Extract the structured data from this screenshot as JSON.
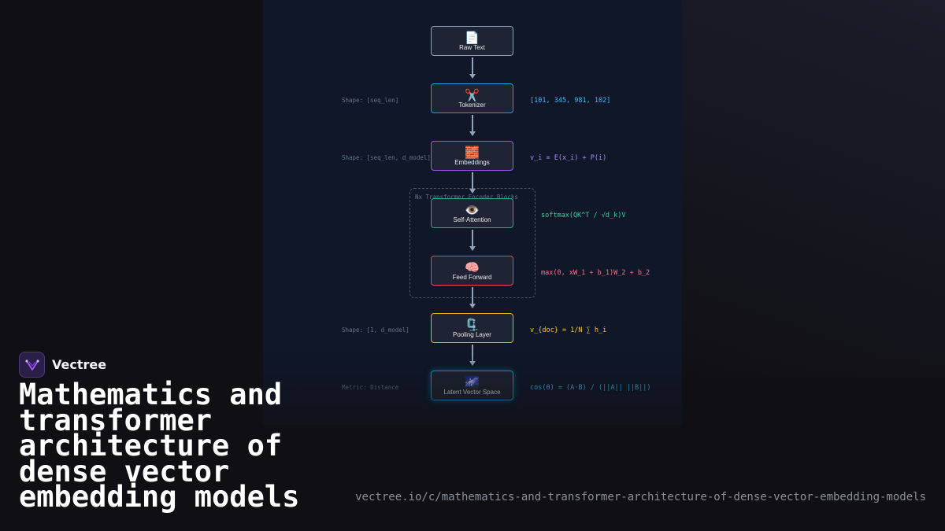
{
  "brand": {
    "name": "Vectree"
  },
  "title": "Mathematics and transformer architecture of dense vector embedding models",
  "url": "vectree.io/c/mathematics-and-transformer-architecture-of-dense-vector-embedding-models",
  "diagram": {
    "group_label": "Nx Transformer Encoder Blocks",
    "nodes": [
      {
        "label": "Raw Text",
        "icon": "📄",
        "icon_name": "document-icon",
        "color": "#94a3b8",
        "shape": "",
        "formula": ""
      },
      {
        "label": "Tokenizer",
        "icon": "✂️",
        "icon_name": "scissors-icon",
        "color": "#0ea5e9",
        "shape": "Shape: [seq_len]",
        "formula": "[101, 345, 981, 102]",
        "formula_color": "#38bdf8"
      },
      {
        "label": "Embeddings",
        "icon": "🧱",
        "icon_name": "bricks-icon",
        "color": "#a855f7",
        "shape": "Shape: [seq_len, d_model]",
        "formula": "v_i = E(x_i) + P(i)",
        "formula_color": "#a78bfa"
      },
      {
        "label": "Self-Attention",
        "icon": "👁️",
        "icon_name": "eye-icon",
        "color": "#10b981",
        "shape": "",
        "formula": "softmax(QK^T / √d_k)V",
        "formula_color": "#34d399"
      },
      {
        "label": "Feed Forward",
        "icon": "🧠",
        "icon_name": "brain-icon",
        "color": "#f43f5e",
        "shape": "",
        "formula": "max(0, xW_1 + b_1)W_2 + b_2",
        "formula_color": "#fb7185"
      },
      {
        "label": "Pooling Layer",
        "icon": "🗜️",
        "icon_name": "clamp-icon",
        "color": "#eab308",
        "shape": "Shape: [1, d_model]",
        "formula": "v_{doc} = 1/N ∑ h_i",
        "formula_color": "#facc15"
      },
      {
        "label": "Latent Vector Space",
        "icon": "🌌",
        "icon_name": "galaxy-icon",
        "color": "#0ea5e9",
        "shape": "Metric: Distance",
        "formula": "cos(θ) = (A·B) / (||A|| ||B||)",
        "formula_color": "#38bdf8"
      }
    ]
  }
}
